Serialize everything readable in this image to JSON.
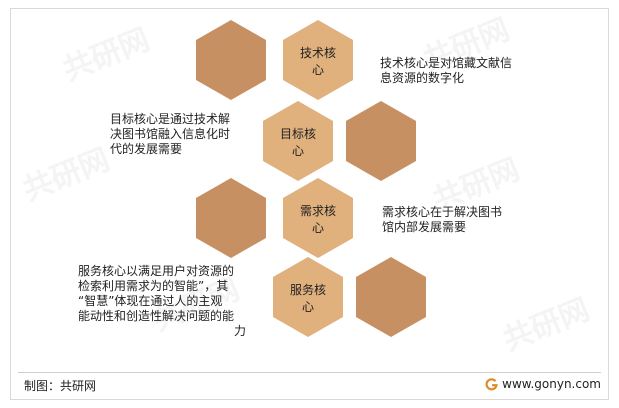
{
  "watermark": {
    "brand": "共研网",
    "url": "www.gonyn.com"
  },
  "colors": {
    "dark_hex": "#c79063",
    "light_hex": "#e0b07d",
    "text": "#222222"
  },
  "hexagons": {
    "tech": {
      "line1": "技术核",
      "line2": "心"
    },
    "goal": {
      "line1": "目标核",
      "line2": "心"
    },
    "demand": {
      "line1": "需求核",
      "line2": "心"
    },
    "service": {
      "line1": "服务核",
      "line2": "心"
    }
  },
  "descriptions": {
    "tech": [
      "技术核心是对馆藏文献信",
      "息资源的数字化"
    ],
    "goal": [
      "目标核心是通过技术解",
      "决图书馆融入信息化时",
      "代的发展需要"
    ],
    "demand": [
      "需求核心在于解决图书",
      "馆内部发展需要"
    ],
    "service": [
      "服务核心以满足用户对资源的",
      "检索利用需求为的智能”，其",
      "“智慧”体现在通过人的主观",
      "能动性和创造性解决问题的能",
      "力"
    ]
  },
  "footer": {
    "source": "制图：共研网",
    "website": "www.gonyn.com"
  }
}
